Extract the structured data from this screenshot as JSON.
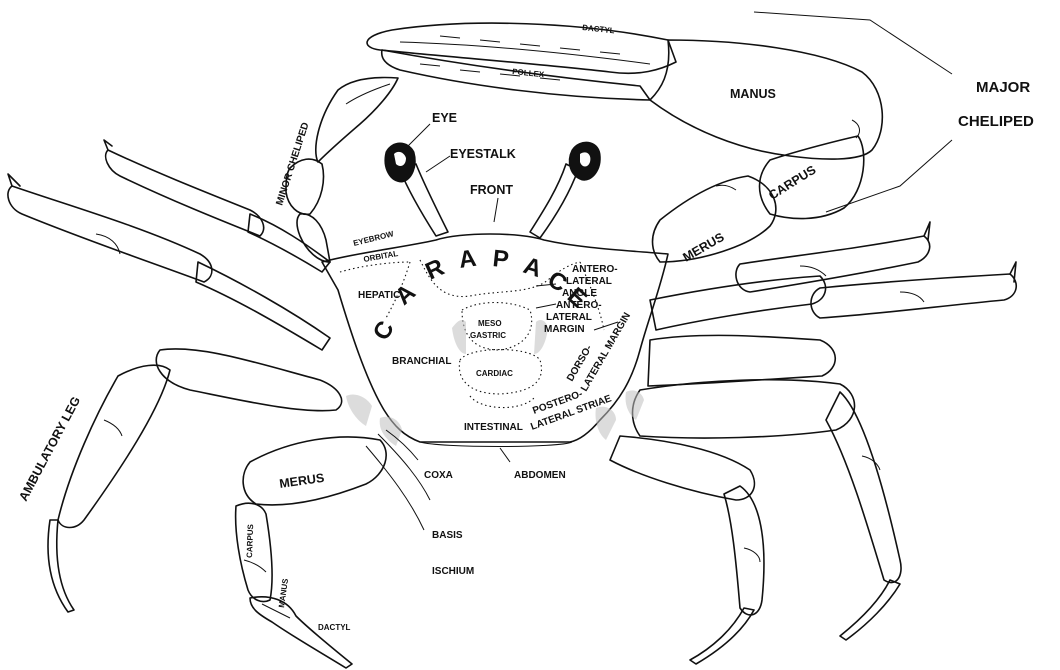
{
  "labels": {
    "dactyl_major": "DACTYL",
    "pollex": "POLLEX",
    "manus_major": "MANUS",
    "major": "MAJOR",
    "cheliped": "CHELIPED",
    "carpus_major": "CARPUS",
    "merus_major": "MERUS",
    "minor_cheliped": "MINOR CHELIPED",
    "eye": "EYE",
    "eyestalk": "EYESTALK",
    "front": "FRONT",
    "eyebrow": "EYEBROW",
    "orbital": "ORBITAL",
    "carapace_letters": [
      "C",
      "A",
      "R",
      "A",
      "P",
      "A",
      "C",
      "E"
    ],
    "hepatic": "HEPATIC",
    "antero_lateral_angle_1": "ANTERO-",
    "antero_lateral_angle_2": "LATERAL",
    "antero_lateral_angle_3": "ANGLE",
    "antero_lateral_margin_1": "ANTERO-",
    "antero_lateral_margin_2": "LATERAL",
    "antero_lateral_margin_3": "MARGIN",
    "meso_gastric_1": "MESO",
    "meso_gastric_2": "GASTRIC",
    "branchial": "BRANCHIAL",
    "cardiac": "CARDIAC",
    "dorso_lateral_margin_1": "DORSO-",
    "dorso_lateral_margin_2": "LATERAL MARGIN",
    "postero_lateral_striae_1": "POSTERO-",
    "postero_lateral_striae_2": "LATERAL STRIAE",
    "intestinal": "INTESTINAL",
    "ambulatory_leg": "AMBULATORY LEG",
    "merus_leg": "MERUS",
    "coxa": "COXA",
    "abdomen": "ABDOMEN",
    "basis": "BASIS",
    "ischium": "ISCHIUM",
    "carpus_leg": "CARPUS",
    "manus_leg": "MANUS",
    "dactyl_leg": "DACTYL"
  },
  "colors": {
    "ink": "#111111",
    "paper": "#ffffff",
    "shading": "#bfbfbf"
  }
}
